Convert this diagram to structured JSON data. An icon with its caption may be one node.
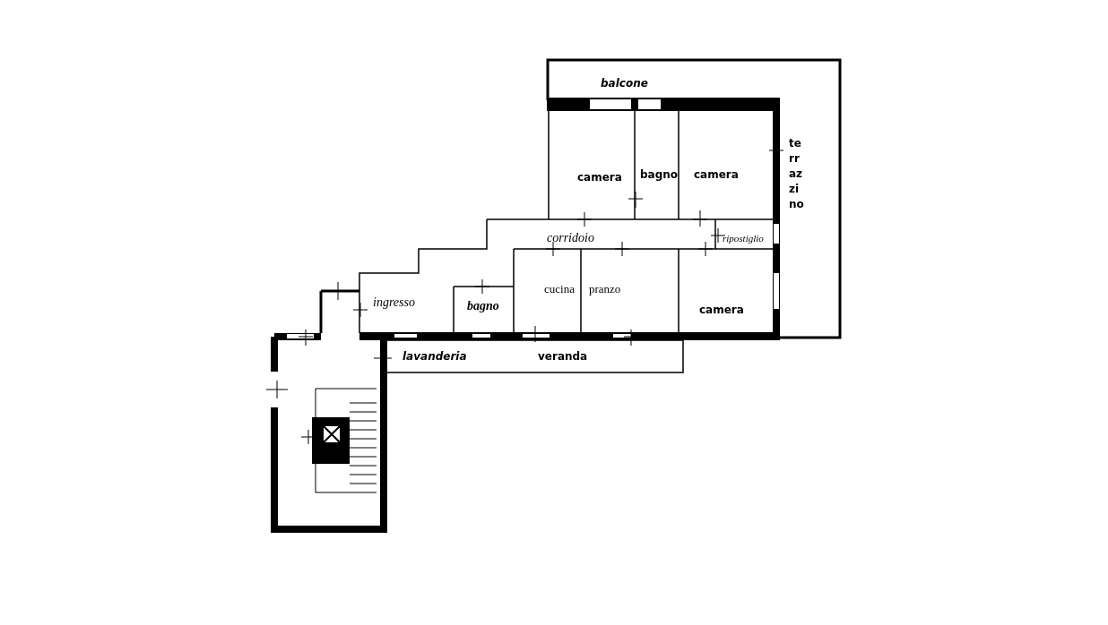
{
  "diagram": {
    "labels": [
      "balcone",
      "camera",
      "bagno",
      "camera",
      "te rr az zi no",
      "corridoio",
      "ripostiglio",
      "cucina",
      "pranzo",
      "ingresso",
      "bagno",
      "camera",
      "lavanderia",
      "veranda"
    ]
  }
}
